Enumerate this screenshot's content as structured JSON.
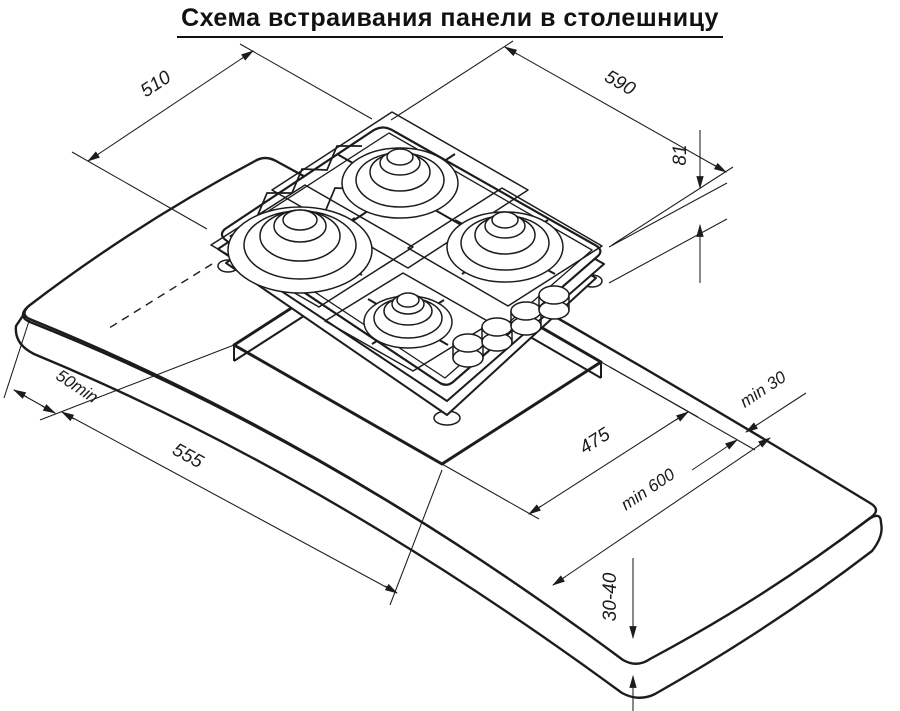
{
  "title": "Схема встраивания панели в столешницу",
  "colors": {
    "line": "#1c1c1c",
    "background": "#ffffff"
  },
  "dimensions": {
    "hob_depth": "510",
    "hob_width": "590",
    "hob_height": "81",
    "rear_clearance": "min 30",
    "left_clearance": "50min",
    "cutout_width": "555",
    "cutout_depth": "475",
    "worktop_depth": "min 600",
    "worktop_thickness": "30-40"
  }
}
